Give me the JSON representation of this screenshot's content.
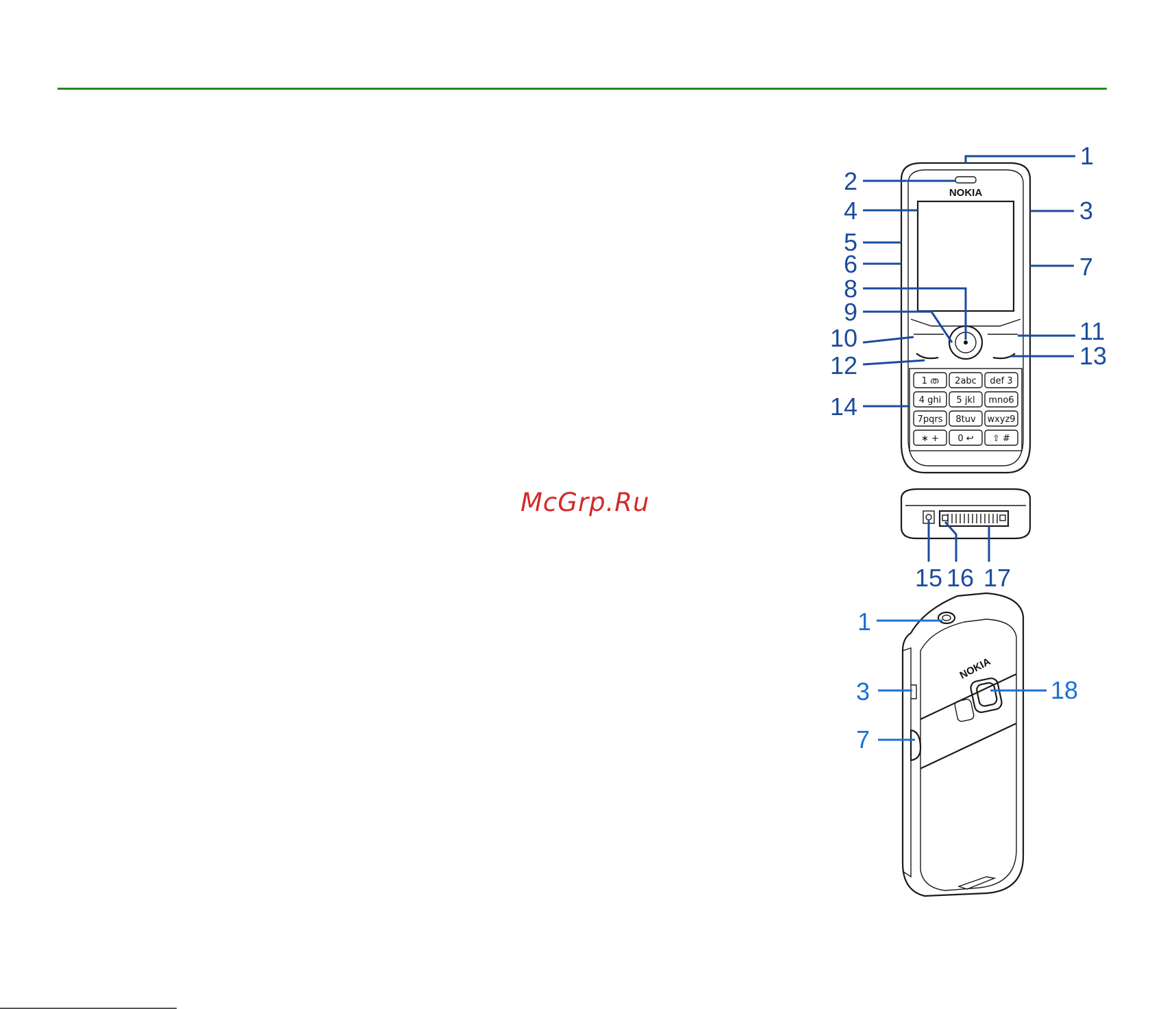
{
  "watermark": "McGrp.Ru",
  "phone_logo": "NOKIA",
  "keypad": [
    [
      "1 ത",
      "2abc",
      "def 3"
    ],
    [
      "4 ghi",
      "5 jkl",
      "mno6"
    ],
    [
      "7pqrs",
      "8tuv",
      "wxyz9"
    ],
    [
      "∗ +",
      "0 ↩",
      "⇧ #"
    ]
  ],
  "callouts_front": [
    "1",
    "2",
    "3",
    "4",
    "5",
    "6",
    "7",
    "8",
    "9",
    "10",
    "11",
    "12",
    "13",
    "14"
  ],
  "callouts_bottom": [
    "15",
    "16",
    "17"
  ],
  "callouts_back": [
    "1",
    "3",
    "7",
    "18"
  ],
  "colors": {
    "rule": "#1f8a1f",
    "callout_front": "#1a4c9c",
    "callout_back": "#1b6fd6",
    "watermark": "#d42a2a"
  }
}
